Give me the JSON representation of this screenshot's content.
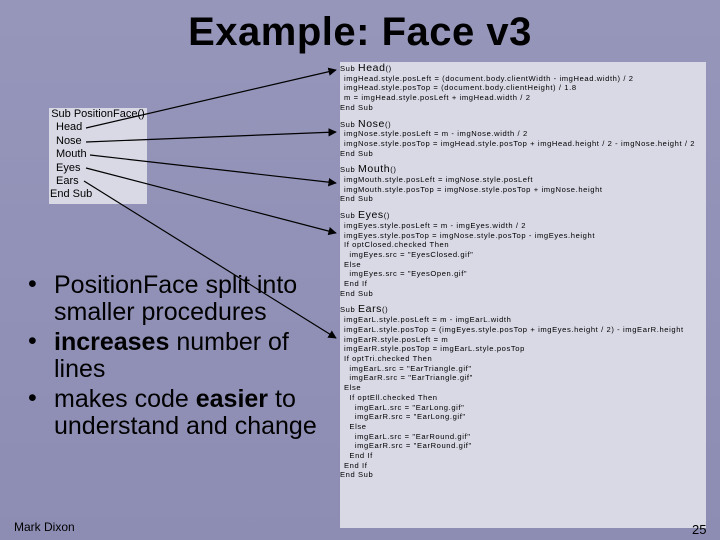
{
  "title": "Example: Face v3",
  "position_face": [
    "Sub PositionFace()",
    "Head",
    "Nose",
    "Mouth",
    "Eyes",
    "Ears",
    "End Sub"
  ],
  "code": {
    "head": {
      "prefix": "Sub ",
      "name": "Head",
      "suffix": "()",
      "lines": [
        "imgHead.style.posLeft = (document.body.clientWidth - imgHead.width) / 2",
        "imgHead.style.posTop = (document.body.clientHeight) / 1.8",
        "m = imgHead.style.posLeft + imgHead.width / 2",
        "End Sub"
      ]
    },
    "nose": {
      "prefix": "Sub ",
      "name": "Nose",
      "suffix": "()",
      "lines": [
        "imgNose.style.posLeft = m - imgNose.width / 2",
        "imgNose.style.posTop = imgHead.style.posTop + imgHead.height / 2 - imgNose.height / 2",
        "End Sub"
      ]
    },
    "mouth": {
      "prefix": "Sub ",
      "name": "Mouth",
      "suffix": "()",
      "lines": [
        "imgMouth.style.posLeft = imgNose.style.posLeft",
        "imgMouth.style.posTop = imgNose.style.posTop + imgNose.height",
        "End Sub"
      ]
    },
    "eyes": {
      "prefix": "Sub ",
      "name": "Eyes",
      "suffix": "()",
      "lines": [
        "imgEyes.style.posLeft = m - imgEyes.width / 2",
        "imgEyes.style.posTop = imgNose.style.posTop - imgEyes.height",
        "If optClosed.checked Then",
        "  imgEyes.src = \"EyesClosed.gif\"",
        "Else",
        "  imgEyes.src = \"EyesOpen.gif\"",
        "End If",
        "End Sub"
      ]
    },
    "ears": {
      "prefix": "Sub ",
      "name": "Ears",
      "suffix": "()",
      "lines": [
        "imgEarL.style.posLeft = m - imgEarL.width",
        "imgEarL.style.posTop = (imgEyes.style.posTop + imgEyes.height / 2) - imgEarR.height",
        "imgEarR.style.posLeft = m",
        "imgEarR.style.posTop = imgEarL.style.posTop",
        "If optTri.checked Then",
        "  imgEarL.src = \"EarTriangle.gif\"",
        "  imgEarR.src = \"EarTriangle.gif\"",
        "Else",
        "  If optEll.checked Then",
        "    imgEarL.src = \"EarLong.gif\"",
        "    imgEarR.src = \"EarLong.gif\"",
        "  Else",
        "    imgEarL.src = \"EarRound.gif\"",
        "    imgEarR.src = \"EarRound.gif\"",
        "  End If",
        "End If",
        "End Sub"
      ]
    }
  },
  "bullets": [
    {
      "parts": [
        {
          "t": "PositionFace split into smaller procedures",
          "b": false
        }
      ]
    },
    {
      "parts": [
        {
          "t": "increases",
          "b": true
        },
        {
          "t": " number of lines",
          "b": false
        }
      ]
    },
    {
      "parts": [
        {
          "t": "makes code ",
          "b": false
        },
        {
          "t": "easier",
          "b": true
        },
        {
          "t": " to understand and change",
          "b": false
        }
      ]
    }
  ],
  "bullet_symbol": "•",
  "footer": "Mark Dixon",
  "page_number": "25"
}
